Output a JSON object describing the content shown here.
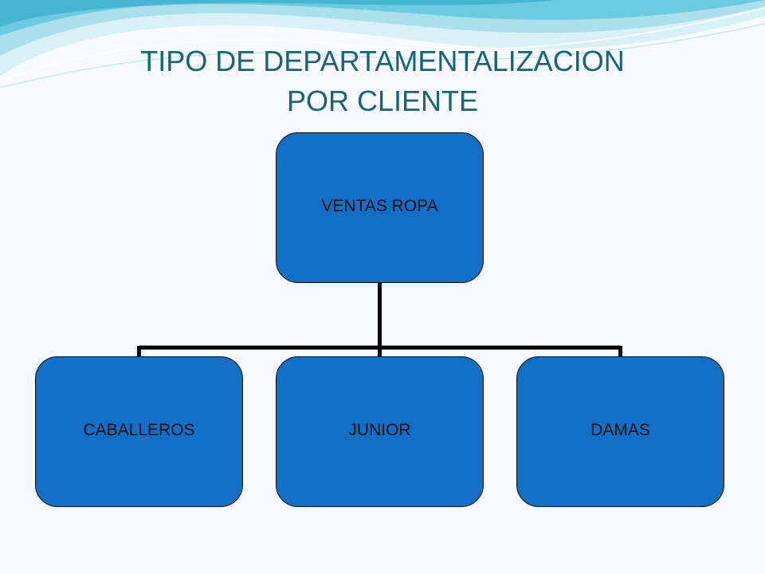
{
  "slide": {
    "title_line1": "TIPO DE DEPARTAMENTALIZACION",
    "title_line2": "POR CLIENTE"
  },
  "diagram": {
    "root": {
      "label": "VENTAS ROPA"
    },
    "children": [
      {
        "label": "CABALLEROS"
      },
      {
        "label": "JUNIOR"
      },
      {
        "label": "DAMAS"
      }
    ]
  },
  "colors": {
    "title": "#17647a",
    "node_fill": "#1170c6",
    "node_border": "#0a0a0a",
    "connector": "#000000",
    "background": "#f7fbfd",
    "wave_light": "#bfe9f2",
    "wave_mid": "#7fd2e4",
    "wave_deep": "#3bb3cf"
  }
}
